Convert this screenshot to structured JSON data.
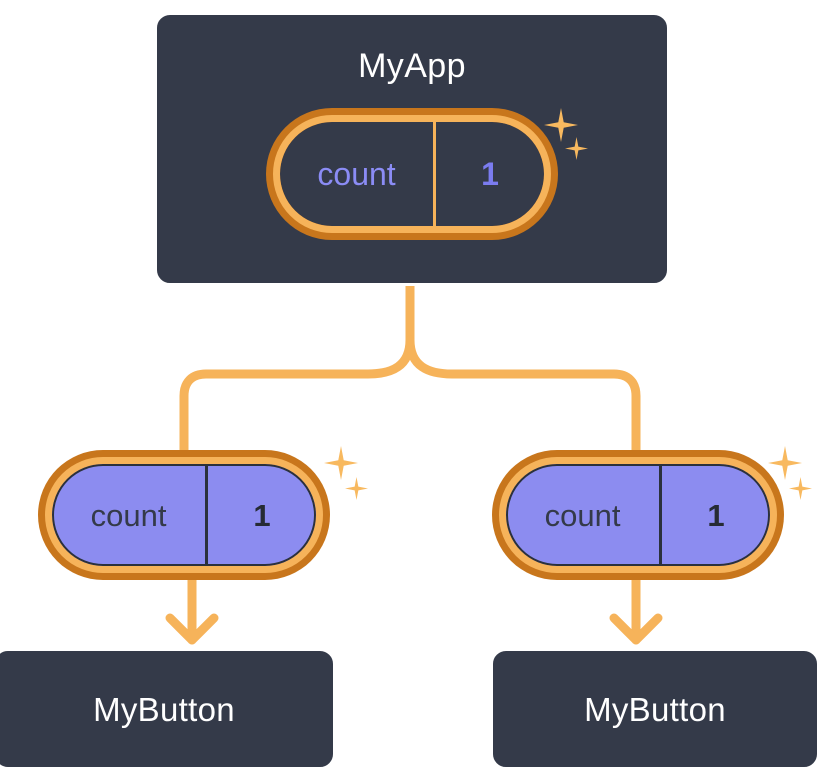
{
  "diagram": {
    "title": "MyApp component tree with shared count state",
    "type": "component-tree",
    "colors": {
      "card_background": "#343a49",
      "card_border": "#ffffff",
      "pill_outer_ring": "#c8761c",
      "pill_inner_ring": "#f6b35a",
      "pill_fill_purple": "#8c8cf0",
      "connector": "#f6b35a",
      "state_text_accent": "#8b8cf5",
      "sparkle": "#f8b95f",
      "page_background": "#ffffff"
    }
  },
  "root": {
    "name": "root-component",
    "title": "MyApp",
    "state": {
      "key": "count",
      "value": "1",
      "style": "outlined-dark"
    },
    "sparkles": [
      "sparkle-large",
      "sparkle-small"
    ]
  },
  "children": [
    {
      "name": "child-left",
      "state": {
        "key": "count",
        "value": "1",
        "style": "filled-purple"
      },
      "sparkles": [
        "sparkle-large",
        "sparkle-small"
      ],
      "component": {
        "title": "MyButton"
      }
    },
    {
      "name": "child-right",
      "state": {
        "key": "count",
        "value": "1",
        "style": "filled-purple"
      },
      "sparkles": [
        "sparkle-large",
        "sparkle-small"
      ],
      "component": {
        "title": "MyButton"
      }
    }
  ],
  "connectors": {
    "trunk": "root to split point",
    "branch_left": "split point to left state pill",
    "branch_right": "split point to right state pill",
    "arrow_left": "left state pill to left MyButton",
    "arrow_right": "right state pill to right MyButton"
  }
}
